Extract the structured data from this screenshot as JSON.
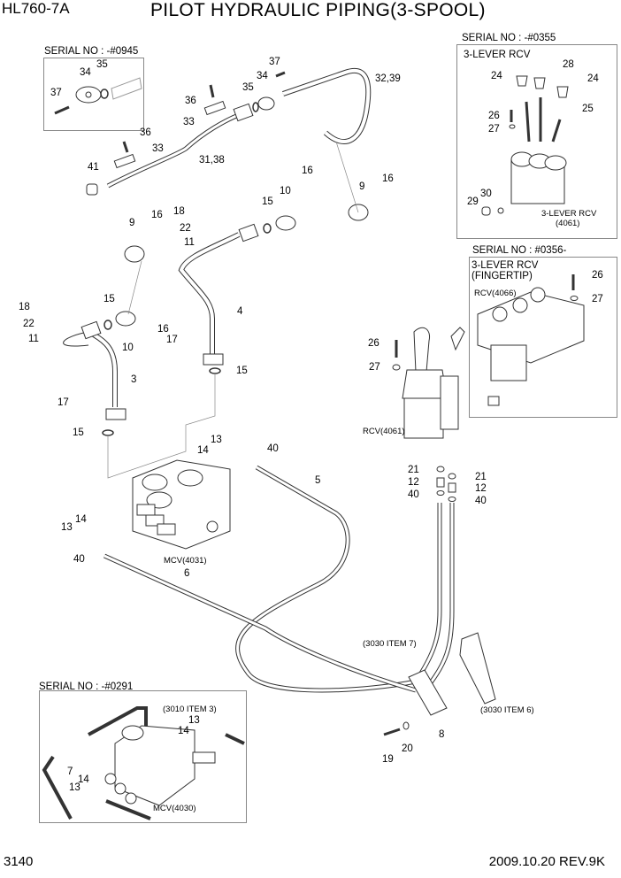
{
  "header": {
    "model": "HL760-7A",
    "title": "PILOT HYDRAULIC PIPING(3-SPOOL)"
  },
  "footer": {
    "page_number": "3140",
    "revision": "2009.10.20  REV.9K"
  },
  "insets": {
    "top_left": {
      "serial": "SERIAL NO : -#0945",
      "labels": [
        "34",
        "35",
        "37"
      ]
    },
    "top_right": {
      "serial": "SERIAL NO : -#0355",
      "heading": "3-LEVER RCV",
      "caption_line1": "3-LEVER RCV",
      "caption_line2": "(4061)",
      "labels": [
        "24",
        "28",
        "24",
        "25",
        "26",
        "27",
        "30",
        "29"
      ]
    },
    "mid_right": {
      "serial": "SERIAL NO : #0356-",
      "heading_line1": "3-LEVER RCV",
      "heading_line2": "(FINGERTIP)",
      "caption": "RCV(4066)",
      "labels": [
        "26",
        "27"
      ]
    },
    "bottom_left": {
      "serial": "SERIAL NO : -#0291",
      "ref": "(3010 ITEM 3)",
      "caption": "MCV(4030)",
      "labels": [
        "13",
        "14",
        "7",
        "14",
        "13"
      ]
    }
  },
  "callouts": {
    "c37": "37",
    "c34": "34",
    "c35": "35",
    "c3239": "32,39",
    "c36a": "36",
    "c33a": "33",
    "c36b": "36",
    "c33b": "33",
    "c3138": "31,38",
    "c41": "41",
    "c16a": "16",
    "c10a": "10",
    "c15a": "15",
    "c9a": "9",
    "c16b": "16",
    "c18a": "18",
    "c22a": "22",
    "c11a": "11",
    "c9b": "9",
    "c16c": "16",
    "c4": "4",
    "c17a": "17",
    "c15b": "15",
    "c18b": "18",
    "c22b": "22",
    "c11b": "11",
    "c15c": "15",
    "c10b": "10",
    "c16d": "16",
    "c3": "3",
    "c17b": "17",
    "c15d": "15",
    "c13a": "13",
    "c14a": "14",
    "c40a": "40",
    "c5": "5",
    "c14b": "14",
    "c13b": "13",
    "c40b": "40",
    "c6": "6",
    "c26": "26",
    "c27": "27",
    "c21a": "21",
    "c21b": "21",
    "c12a": "12",
    "c12b": "12",
    "c40c": "40",
    "c40d": "40",
    "c8": "8",
    "c19": "19",
    "c20": "20"
  },
  "captions": {
    "mcv": "MCV(4031)",
    "rcv": "RCV(4061)",
    "item7": "(3030 ITEM 7)",
    "item6": "(3030 ITEM 6)"
  }
}
